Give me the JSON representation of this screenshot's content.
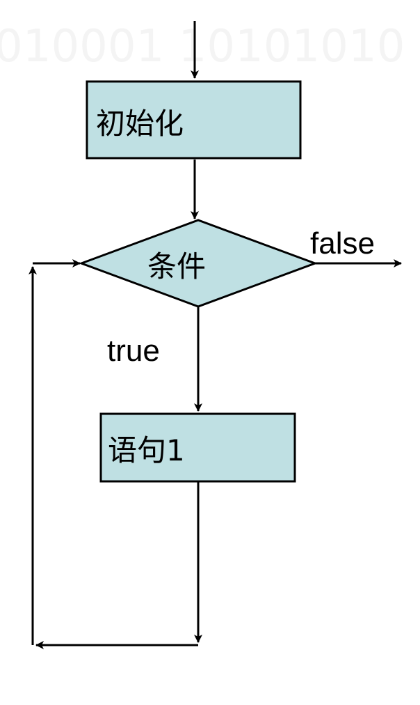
{
  "background_text": "010001 10101010",
  "nodes": {
    "init": {
      "label": "初始化",
      "shape": "rectangle"
    },
    "condition": {
      "label": "条件",
      "shape": "diamond"
    },
    "statement": {
      "label": "语句1",
      "shape": "rectangle"
    }
  },
  "edges": {
    "true_label": "true",
    "false_label": "false"
  },
  "colors": {
    "node_fill": "#bfe0e3",
    "stroke": "#000000"
  }
}
